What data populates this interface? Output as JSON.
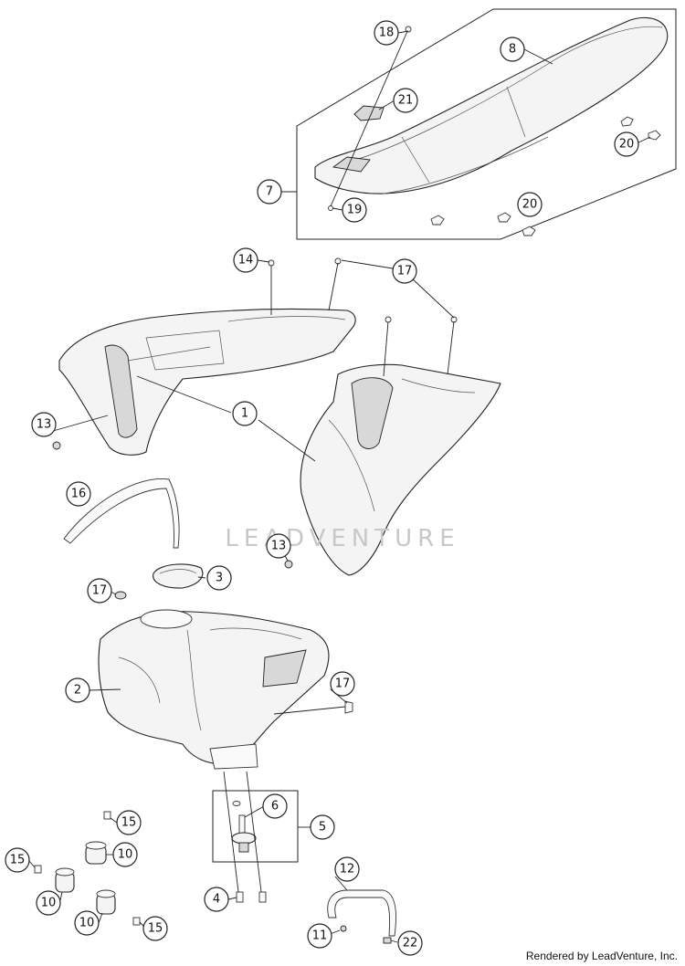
{
  "watermark": "LEADVENTURE",
  "footer": "Rendered by LeadVenture, Inc.",
  "callouts": {
    "c18": "18",
    "c8": "8",
    "c21": "21",
    "c20a": "20",
    "c7": "7",
    "c19": "19",
    "c20b": "20",
    "c14": "14",
    "c17a": "17",
    "c1": "1",
    "c13a": "13",
    "c16": "16",
    "c13b": "13",
    "c3": "3",
    "c17b": "17",
    "c2": "2",
    "c17c": "17",
    "c6": "6",
    "c5": "5",
    "c15a": "15",
    "c10a": "10",
    "c15b": "15",
    "c12": "12",
    "c10b": "10",
    "c4": "4",
    "c10c": "10",
    "c15c": "15",
    "c11": "11",
    "c22": "22"
  }
}
